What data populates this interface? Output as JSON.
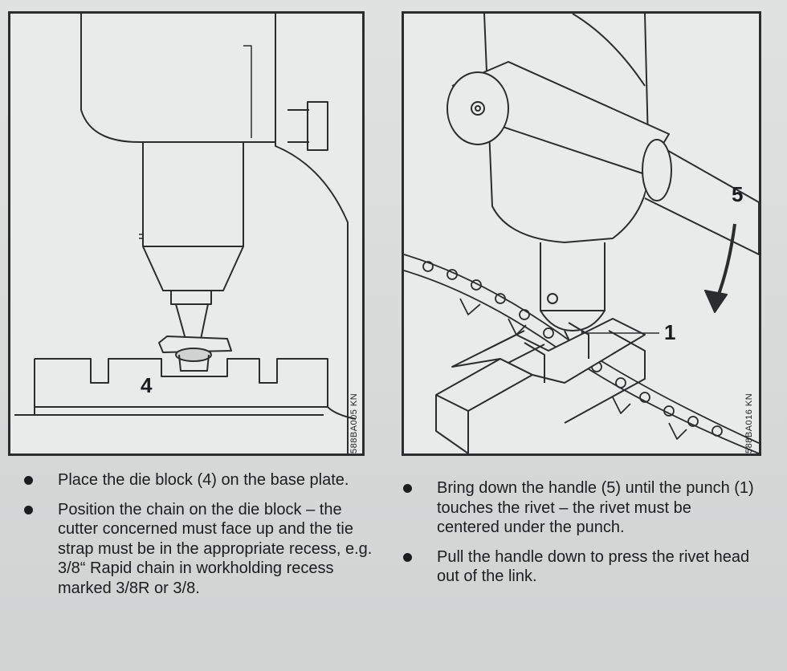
{
  "left_panel": {
    "callout_label": "4",
    "figure_code": "588BA005 KN"
  },
  "right_panel": {
    "callout_label_handle": "5",
    "callout_label_punch": "1",
    "figure_code": "588BA016 KN"
  },
  "left_instructions": [
    "Place the die block (4) on the base plate.",
    "Position the chain on the die block – the cutter concerned must face up and the tie strap must be in the appropriate recess, e.g. 3/8“ Rapid chain in workholding recess marked 3/8R or 3/8."
  ],
  "right_instructions": [
    "Bring down the handle (5) until the punch (1) touches the rivet – the rivet must be centered under the punch.",
    "Pull the handle down to press the rivet head out of the link."
  ],
  "icons": {
    "bullet": "bullet-dot-icon",
    "arrow": "curved-arrow-down-icon"
  },
  "colors": {
    "ink": "#1b1d1f",
    "paper": "#e9ebea"
  }
}
